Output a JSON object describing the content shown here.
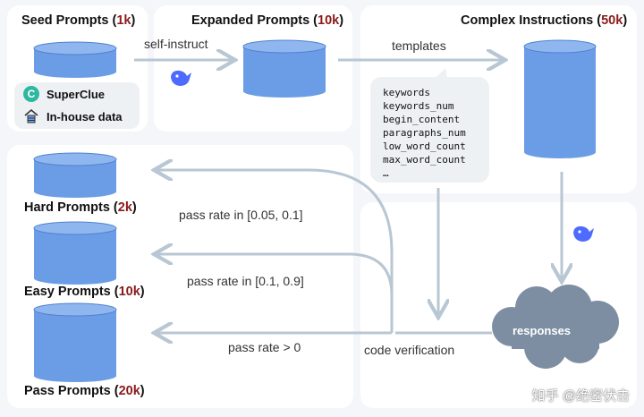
{
  "nodes": {
    "seed": {
      "title": "Seed Prompts",
      "count": "1k"
    },
    "expanded": {
      "title": "Expanded Prompts",
      "count": "10k"
    },
    "complex": {
      "title": "Complex Instructions",
      "count": "50k"
    },
    "hard": {
      "title": "Hard Prompts",
      "count": "2k"
    },
    "easy": {
      "title": "Easy Prompts",
      "count": "10k"
    },
    "pass": {
      "title": "Pass Prompts",
      "count": "20k"
    },
    "responses": {
      "label": "responses"
    }
  },
  "sources": [
    "SuperClue",
    "In-house data"
  ],
  "edges": {
    "self_instruct": "self-instruct",
    "templates": "templates",
    "hard_rate": "pass rate in [0.05, 0.1]",
    "easy_rate": "pass rate in [0.1, 0.9]",
    "pass_rate": "pass rate > 0",
    "code_verification": "code verification"
  },
  "template_keys": [
    "keywords",
    "keywords_num",
    "begin_content",
    "paragraphs_num",
    "low_word_count",
    "max_word_count",
    "…"
  ],
  "watermark": "知乎 @绝密伏击",
  "colors": {
    "cylinder": "#6b9de6",
    "cylinder_dark": "#4f82cf",
    "cloud": "#7d8ea3",
    "arrow": "#b8c7d3",
    "accent_num": "#8b1a1a"
  }
}
